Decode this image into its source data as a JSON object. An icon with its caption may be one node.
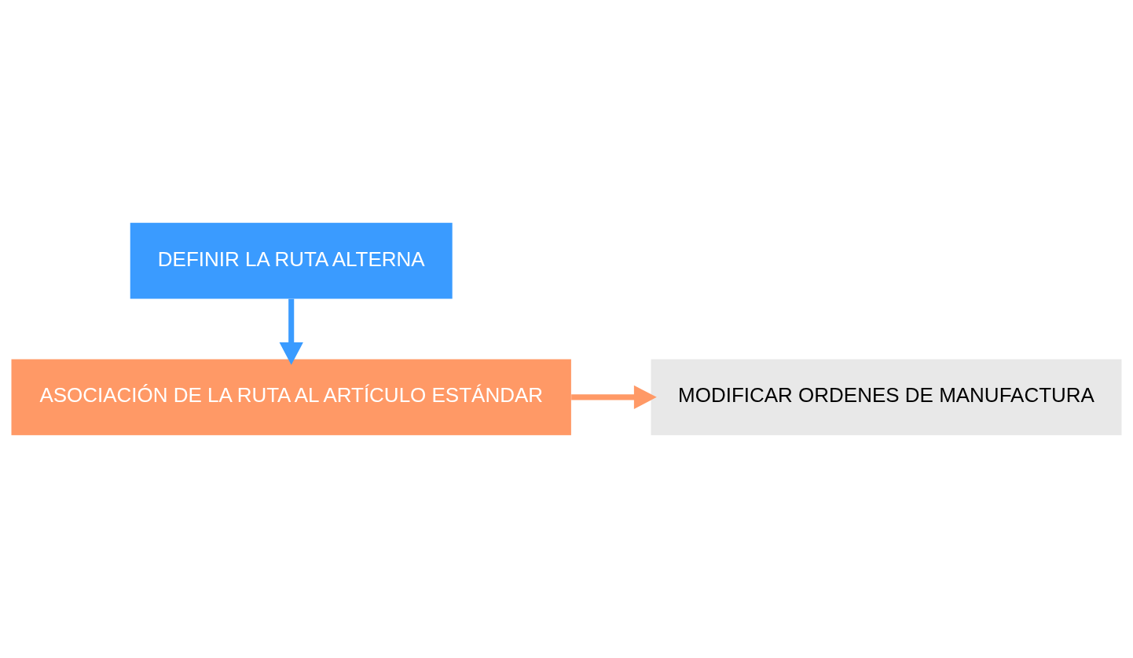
{
  "diagram": {
    "nodes": [
      {
        "text": [
          "DEFINIR LA RUTA ALTERNA"
        ]
      },
      {
        "text": [
          "ASOCIACIÓN DE LA RUTA AL ARTÍCULO ESTÁNDAR"
        ]
      },
      {
        "text": [
          "MODIFICAR ORDENES DE MANUFACTURA"
        ]
      }
    ],
    "edges": [
      {
        "from": 0,
        "to": 1,
        "arrow": "to",
        "color": "#3a9bff"
      },
      {
        "from": 1,
        "to": 2,
        "arrow": "to",
        "color": "#ff9966"
      }
    ]
  }
}
